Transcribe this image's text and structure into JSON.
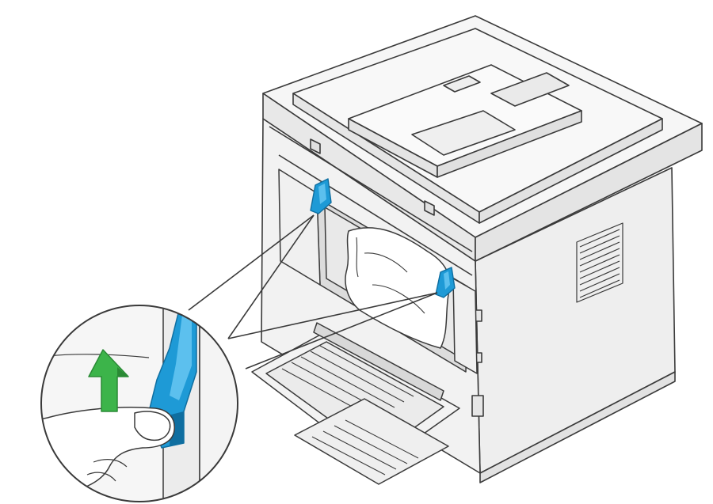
{
  "illustration": {
    "subject": "printer-rear-view-paper-jam",
    "highlighted_parts": [
      "left-fuser-lever",
      "right-fuser-lever"
    ],
    "callout": "detail-view-lever-lift",
    "arrow_direction": "up"
  },
  "colors": {
    "line": "#3a3a3a",
    "body_fill": "#f4f4f4",
    "panel_fill": "#ececec",
    "shadow_fill": "#dcdcdc",
    "lever_fill": "#1e9ad6",
    "lever_dark": "#0f6ea0",
    "arrow_fill": "#3cb44a",
    "arrow_dark": "#2a8a35",
    "paper_fill": "#ffffff"
  }
}
